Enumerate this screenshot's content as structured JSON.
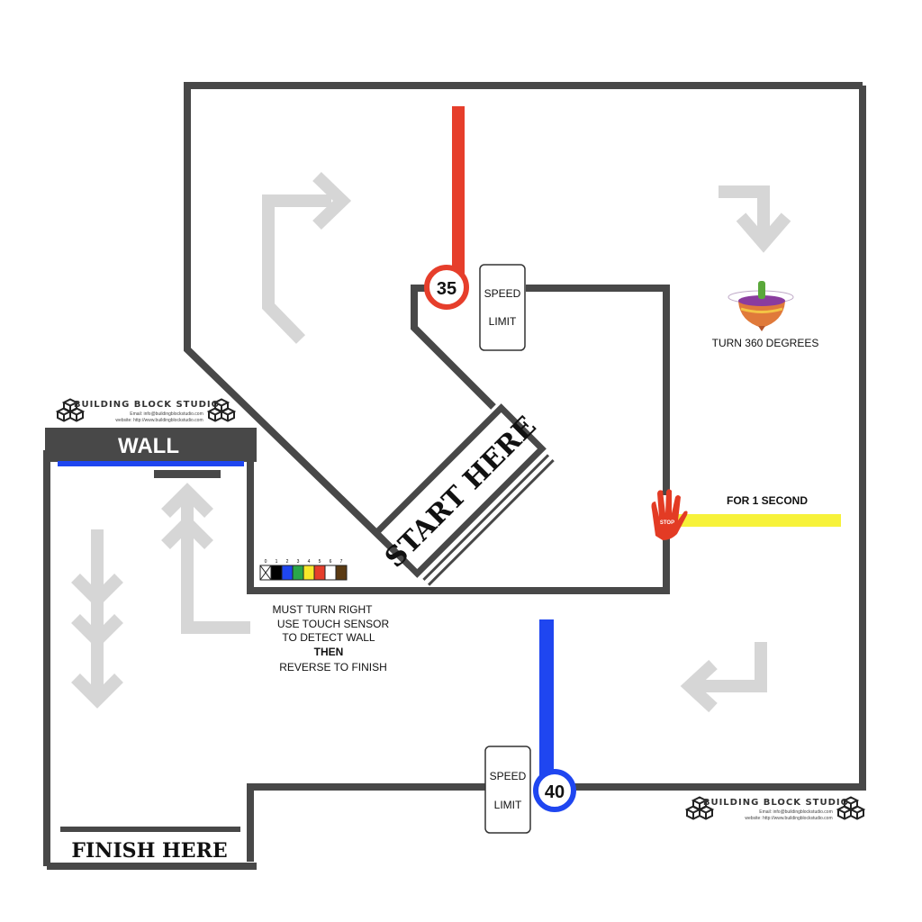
{
  "colors": {
    "track": "#484848",
    "arrow": "#d6d6d6",
    "red_line": "#e63e2b",
    "blue_line": "#1f46f0",
    "yellow_line": "#f7f23a",
    "stop_hand": "#e33b24",
    "sign_red": "#e63e2b",
    "sign_blue": "#1f46f0"
  },
  "labels": {
    "wall": "WALL",
    "start": "START HERE",
    "finish": "FINISH HERE",
    "speed_sign_1": {
      "line1": "SPEED",
      "line2": "LIMIT",
      "value": "35"
    },
    "speed_sign_2": {
      "line1": "SPEED",
      "line2": "LIMIT",
      "value": "40"
    },
    "turn": "TURN 360 DEGREES",
    "stop_text": "FOR 1 SECOND",
    "stop_hand": "STOP",
    "instructions": [
      "MUST TURN RIGHT",
      "USE TOUCH SENSOR",
      "TO DETECT WALL",
      "THEN",
      "REVERSE TO FINISH"
    ]
  },
  "logo": {
    "title": "BUILDING BLOCK STUDIO",
    "email": "Email: info@buildingblockstudio.com",
    "website": "website: http://www.buildingblockstudio.com"
  },
  "color_scale": {
    "numbers": [
      "0",
      "1",
      "2",
      "3",
      "4",
      "5",
      "6",
      "7"
    ],
    "swatches": [
      "none",
      "#000000",
      "#1f46f0",
      "#2aa64a",
      "#f7e82a",
      "#e63e2b",
      "#ffffff",
      "#5a3a12"
    ]
  },
  "icons": [
    "spinning-top-icon",
    "stop-hand-icon",
    "cube-logo-icon"
  ]
}
